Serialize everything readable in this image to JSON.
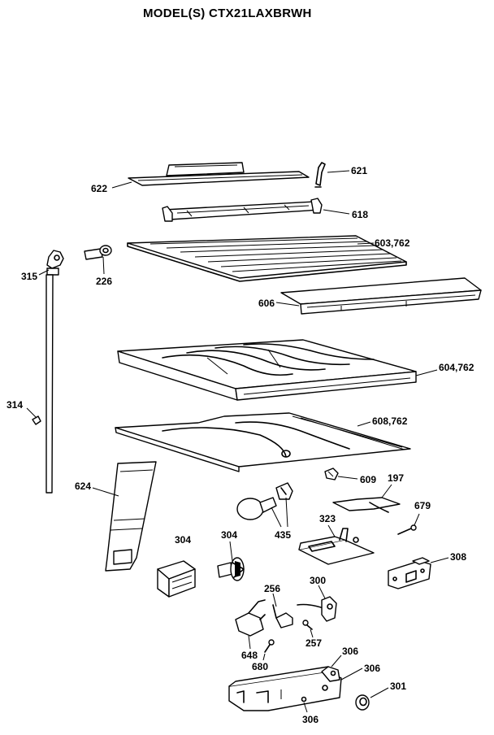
{
  "title": "MODEL(S) CTX21LAXBRWH",
  "labels": {
    "p621": "621",
    "p622": "622",
    "p618": "618",
    "p603": "603,762",
    "p315": "315",
    "p226": "226",
    "p606": "606",
    "p604": "604,762",
    "p314": "314",
    "p608": "608,762",
    "p609": "609",
    "p197": "197",
    "p624": "624",
    "p679": "679",
    "p323": "323",
    "p435": "435",
    "p304a": "304",
    "p304b": "304",
    "p308": "308",
    "p256": "256",
    "p300": "300",
    "p257": "257",
    "p648": "648",
    "p680": "680",
    "p306a": "306",
    "p306b": "306",
    "p306c": "306",
    "p301": "301"
  }
}
